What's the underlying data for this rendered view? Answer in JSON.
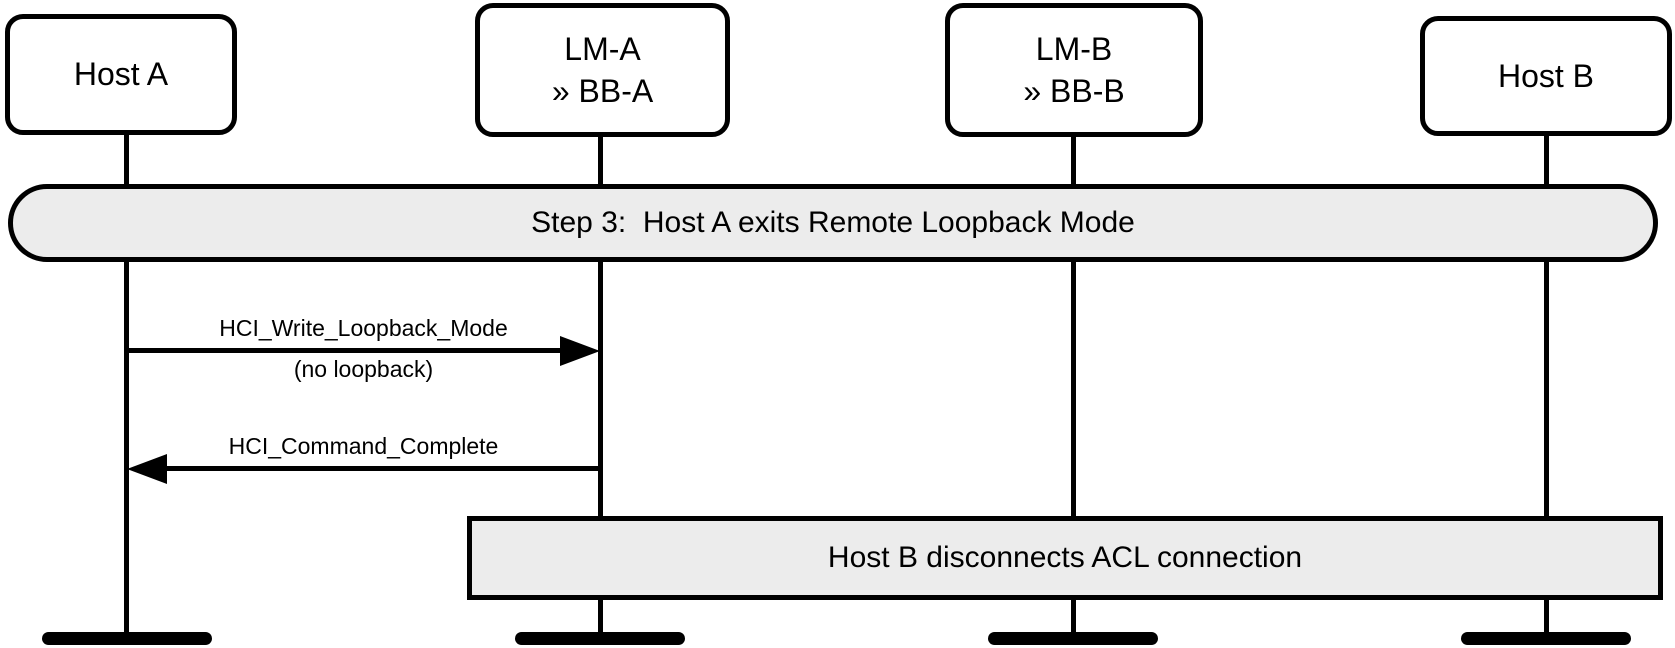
{
  "diagram": {
    "title": "Step 3:  Host A exits Remote Loopback Mode",
    "actors": [
      {
        "label_line1": "Host A",
        "label_line2": ""
      },
      {
        "label_line1": "LM-A",
        "label_line2": "» BB-A"
      },
      {
        "label_line1": "LM-B",
        "label_line2": "» BB-B"
      },
      {
        "label_line1": "Host B",
        "label_line2": ""
      }
    ],
    "messages": [
      {
        "label": "HCI_Write_Loopback_Mode",
        "sublabel": "(no loopback)"
      },
      {
        "label": "HCI_Command_Complete"
      }
    ],
    "action_box_text": "Host B disconnects ACL connection",
    "colors": {
      "line": "#000000",
      "fill_gray": "#ececec",
      "background": "#ffffff"
    }
  }
}
